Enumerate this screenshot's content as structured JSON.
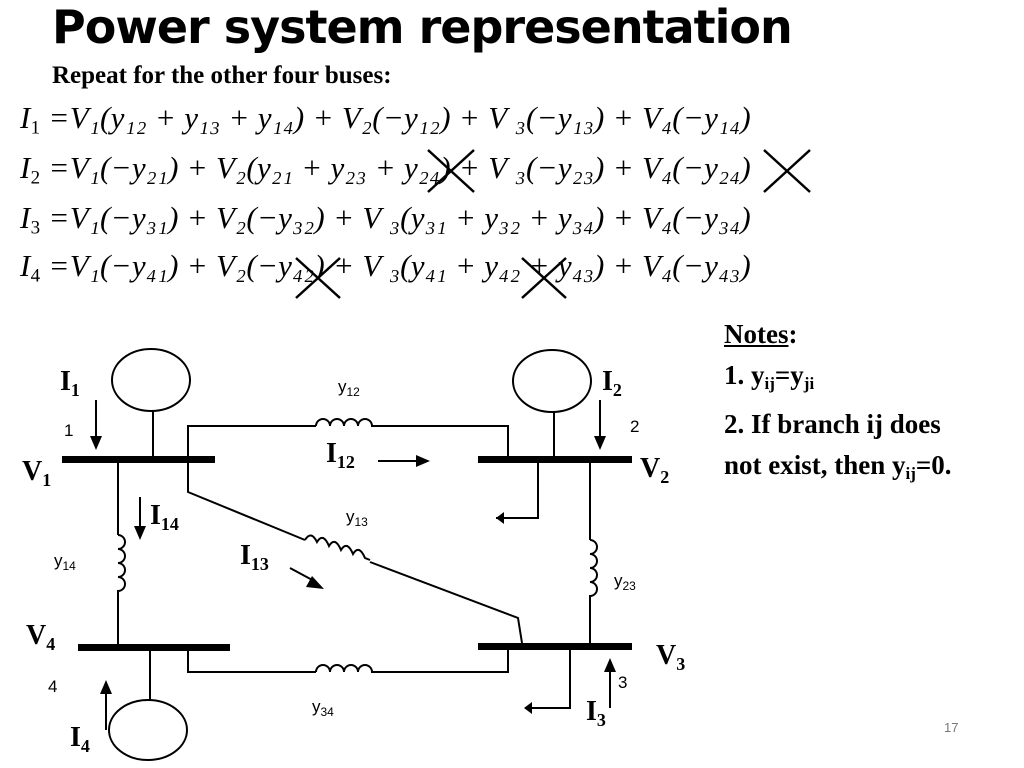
{
  "title": "Power system representation",
  "subtitle": "Repeat for the other four buses:",
  "equations": [
    {
      "lhs": "I",
      "lhs_sub": "1",
      "text": "=V₁(y₁₂ + y₁₃ + y₁₄) + V₂(−y₁₂) + V ₃(−y₁₃) + V₄(−y₁₄)"
    },
    {
      "lhs": "I",
      "lhs_sub": "2",
      "text": "=V₁(−y₂₁) + V₂(y₂₁ + y₂₃ + y₂₄) + V ₃(−y₂₃) + V₄(−y₂₄)"
    },
    {
      "lhs": "I",
      "lhs_sub": "3",
      "text": "=V₁(−y₃₁) + V₂(−y₃₂) + V ₃(y₃₁ + y₃₂ + y₃₄) + V₄(−y₃₄)"
    },
    {
      "lhs": "I",
      "lhs_sub": "4",
      "text": "=V₁(−y₄₁) + V₂(−y₄₂) + V ₃(y₄₁ + y₄₂ + y₄₃) + V₄(−y₄₃)"
    }
  ],
  "notes": {
    "heading": "Notes",
    "heading_colon": ":",
    "line1": {
      "prefix": "1. y",
      "sub1": "ij",
      "mid": "=y",
      "sub2": "ji"
    },
    "line2": "2. If branch ij does",
    "line3": {
      "prefix": "not exist, then y",
      "sub": "ij",
      "suffix": "=0."
    }
  },
  "diagram": {
    "bus_labels": [
      {
        "id": "V1",
        "base": "V",
        "sub": "1"
      },
      {
        "id": "V2",
        "base": "V",
        "sub": "2"
      },
      {
        "id": "V3",
        "base": "V",
        "sub": "3"
      },
      {
        "id": "V4",
        "base": "V",
        "sub": "4"
      }
    ],
    "bus_numbers": [
      "1",
      "2",
      "3",
      "4"
    ],
    "injection_labels": [
      {
        "base": "I",
        "sub": "1"
      },
      {
        "base": "I",
        "sub": "2"
      },
      {
        "base": "I",
        "sub": "3"
      },
      {
        "base": "I",
        "sub": "4"
      }
    ],
    "branch_current_labels": [
      {
        "base": "I",
        "sub": "12"
      },
      {
        "base": "I",
        "sub": "13"
      },
      {
        "base": "I",
        "sub": "14"
      }
    ],
    "admittance_labels": [
      {
        "base": "y",
        "sub": "12"
      },
      {
        "base": "y",
        "sub": "13"
      },
      {
        "base": "y",
        "sub": "14"
      },
      {
        "base": "y",
        "sub": "23"
      },
      {
        "base": "y",
        "sub": "34"
      }
    ]
  },
  "page_number": "17"
}
